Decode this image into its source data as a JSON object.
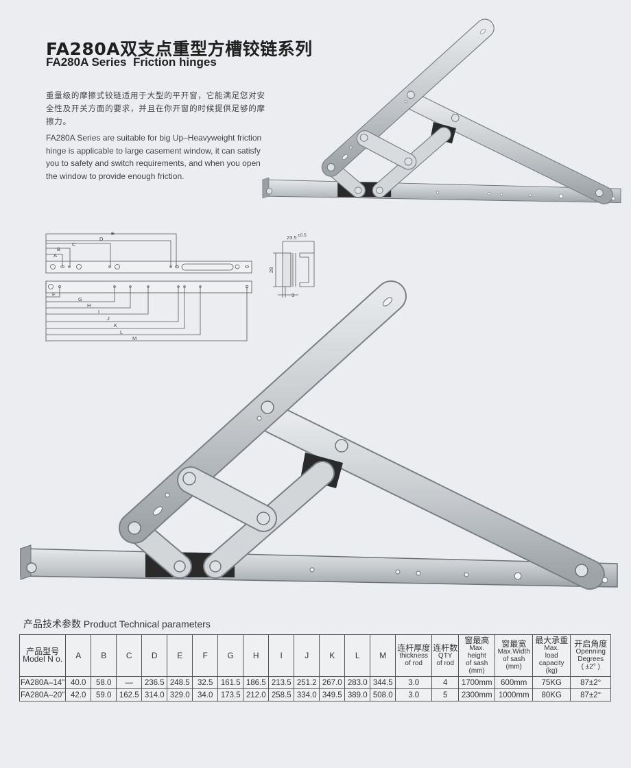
{
  "header": {
    "title_cn": "FA280A双支点重型方槽铰链系列",
    "title_en": "FA280A Series  Friction hinges"
  },
  "description": {
    "cn": "重量级的摩擦式铰链适用于大型的平开窗，它能满足您对安全性及开关方面的要求，并且在你开窗的时候提供足够的摩擦力。",
    "en": "FA280A Series are suitable for big Up–Heavyweight friction hinge is applicable to large casement window, it can satisfy you to safety and switch requirements, and when you open the window to provide enough friction."
  },
  "drawing": {
    "top_labels": [
      "A",
      "B",
      "C",
      "D",
      "E"
    ],
    "bottom_labels": [
      "F",
      "G",
      "H",
      "I",
      "J",
      "K",
      "L",
      "M"
    ],
    "section_width": "23.5",
    "section_tolerance": "±0.5",
    "section_height": "28",
    "section_thickness": "3"
  },
  "params": {
    "title": "产品技术参数 Product Technical parameters",
    "headers": [
      [
        "产品型号",
        "Model N o."
      ],
      [
        "A"
      ],
      [
        "B"
      ],
      [
        "C"
      ],
      [
        "D"
      ],
      [
        "E"
      ],
      [
        "F"
      ],
      [
        "G"
      ],
      [
        "H"
      ],
      [
        "I"
      ],
      [
        "J"
      ],
      [
        "K"
      ],
      [
        "L"
      ],
      [
        "M"
      ],
      [
        "连杆厚度",
        "thickness",
        "of rod"
      ],
      [
        "连杆数",
        "QTY",
        "of rod"
      ],
      [
        "窗最高",
        "Max.",
        "height",
        "of sash",
        "(mm)"
      ],
      [
        "窗最宽",
        "Max.Width",
        "of sash",
        "(mm)"
      ],
      [
        "最大承重",
        "Max.",
        "load",
        "capacity",
        "(kg)"
      ],
      [
        "开启角度",
        "Openning",
        "Degrees",
        "( ±2° )"
      ]
    ],
    "rows": [
      [
        "FA280A–14\"",
        "40.0",
        "58.0",
        "—",
        "236.5",
        "248.5",
        "32.5",
        "161.5",
        "186.5",
        "213.5",
        "251.2",
        "267.0",
        "283.0",
        "344.5",
        "3.0",
        "4",
        "1700mm",
        "600mm",
        "75KG",
        "87±2°"
      ],
      [
        "FA280A–20\"",
        "42.0",
        "59.0",
        "162.5",
        "314.0",
        "329.0",
        "34.0",
        "173.5",
        "212.0",
        "258.5",
        "334.0",
        "349.5",
        "389.0",
        "508.0",
        "3.0",
        "5",
        "2300mm",
        "1000mm",
        "80KG",
        "87±2°"
      ]
    ]
  }
}
